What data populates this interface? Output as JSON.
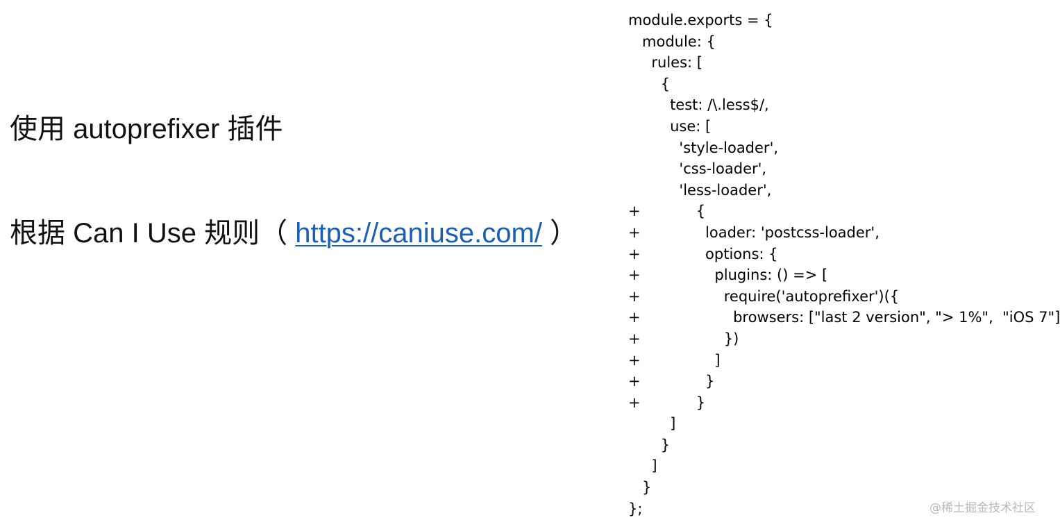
{
  "left": {
    "line1": "使用 autoprefixer 插件",
    "line2_prefix": "根据 Can I Use 规则（ ",
    "line2_link": "https://caniuse.com/",
    "line2_suffix": " ）"
  },
  "code_lines": [
    "module.exports = {",
    "   module: {",
    "     rules: [",
    "       {",
    "         test: /\\.less$/,",
    "         use: [",
    "           'style-loader',",
    "           'css-loader',",
    "           'less-loader',",
    "+            {",
    "+              loader: 'postcss-loader',",
    "+              options: {",
    "+                plugins: () => [",
    "+                  require('autoprefixer')({",
    "+                    browsers: [\"last 2 version\", \"> 1%\",  \"iOS 7\"]",
    "+                  })",
    "+                ]",
    "+              }",
    "+            }",
    "         ]",
    "       }",
    "     ]",
    "   }",
    "};"
  ],
  "watermark": "@稀土掘金技术社区"
}
